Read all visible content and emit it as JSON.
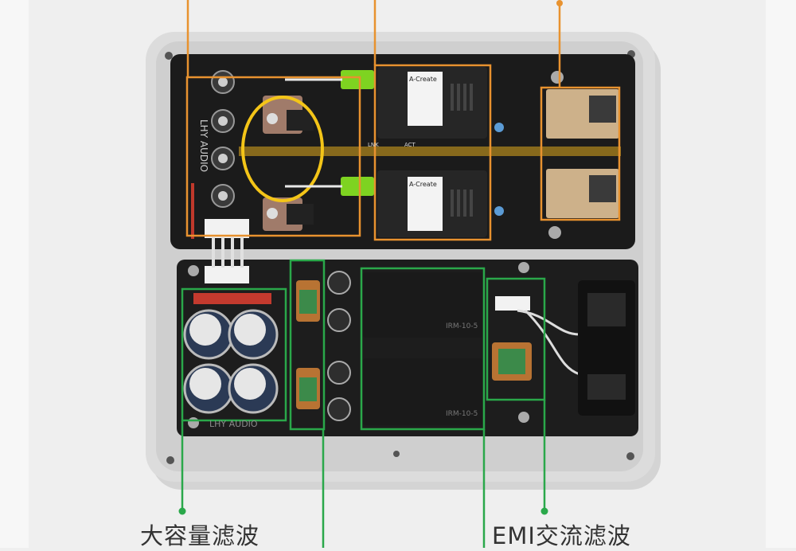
{
  "brand": "LHY AUDIO",
  "module_brand": "A-Create",
  "power_module_model": "IRM-10-5",
  "port_labels": [
    "LNK",
    "ACT"
  ],
  "colors": {
    "background": "#efefef",
    "chassis": "#d9d9d9",
    "pcb": "#1b1b1b",
    "accent_orange": "#e8922f",
    "accent_green": "#2aa84a",
    "fiber_green": "#7ed321"
  },
  "callouts": {
    "bulk_filter": "大容量滤波",
    "emi_filter": "EMI交流滤波"
  }
}
